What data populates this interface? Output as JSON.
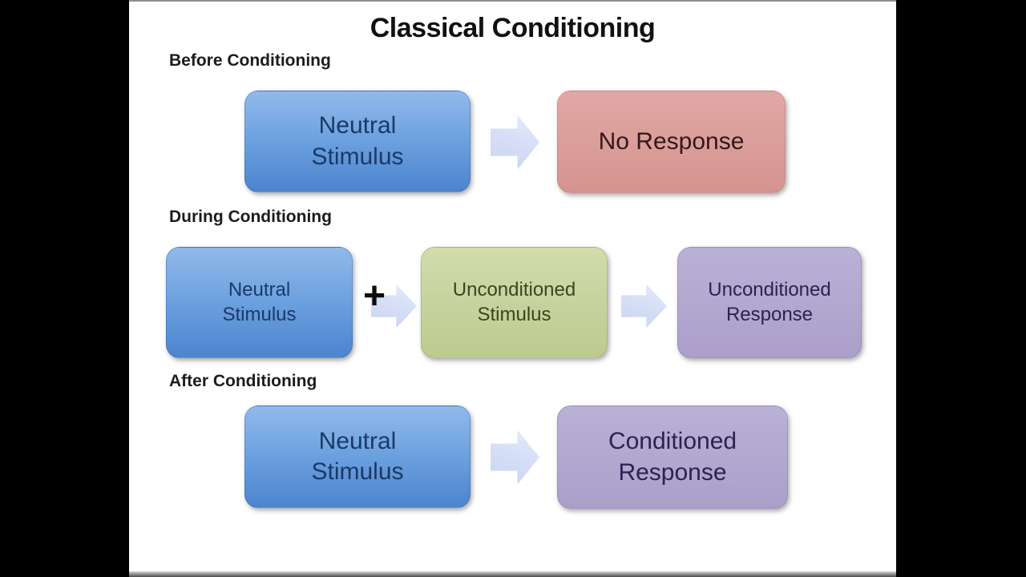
{
  "title": "Classical Conditioning",
  "sections": [
    {
      "label": "Before Conditioning",
      "boxes": [
        {
          "text": "Neutral\nStimulus",
          "color": "#5e92d6",
          "text_color": "#1b3966"
        },
        {
          "text": "No Response",
          "color": "#d99e9a",
          "text_color": "#33181a"
        }
      ],
      "connector": "arrow-right"
    },
    {
      "label": "During Conditioning",
      "plus": "+",
      "boxes": [
        {
          "text": "Neutral\nStimulus",
          "color": "#5e92d6",
          "text_color": "#1b3966"
        },
        {
          "text": "Unconditioned\nStimulus",
          "color": "#c6d29c",
          "text_color": "#39461e"
        },
        {
          "text": "Unconditioned\nResponse",
          "color": "#b2a8cf",
          "text_color": "#2e2052"
        }
      ],
      "connector": "arrow-right"
    },
    {
      "label": "After Conditioning",
      "boxes": [
        {
          "text": "Neutral\nStimulus",
          "color": "#5e92d6",
          "text_color": "#1b3966"
        },
        {
          "text": "Conditioned\nResponse",
          "color": "#b2a8cf",
          "text_color": "#2e2052"
        }
      ],
      "connector": "arrow-right"
    }
  ],
  "colors": {
    "slide_background": "#ffffff",
    "letterbox": "#000000",
    "arrow_fill": "#d3ddf4",
    "title_text": "#111111"
  }
}
